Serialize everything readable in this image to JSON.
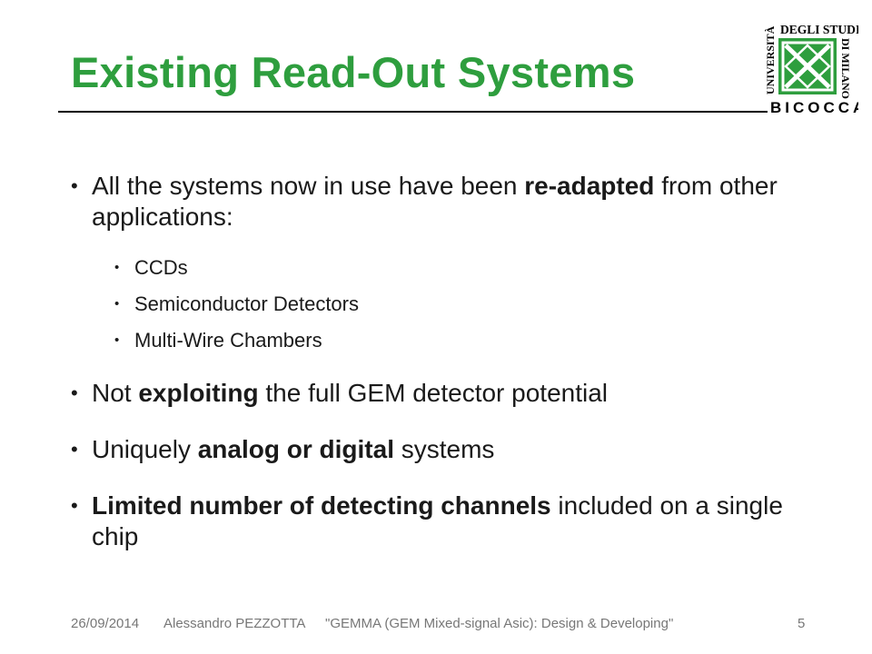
{
  "slide": {
    "title": "Existing Read-Out Systems"
  },
  "logo": {
    "name": "university-logo",
    "text_left": "UNIVERSITÀ",
    "text_top": "DEGLI STUDI",
    "text_right": "DI MILANO",
    "text_bottom": "BICOCCA",
    "color": "#2e9e3e"
  },
  "bullets": {
    "systems": {
      "pre": "All the systems now in use have been ",
      "bold": "re-adapted",
      "post": " from other applications:",
      "sub": [
        "CCDs",
        "Semiconductor Detectors",
        "Multi-Wire Chambers"
      ]
    },
    "exploiting": {
      "pre": "Not ",
      "bold": "exploiting",
      "post": " the full GEM detector potential"
    },
    "uniquely": {
      "pre": "Uniquely ",
      "bold": "analog or digital",
      "post": " systems"
    },
    "limited": {
      "bold": "Limited number of detecting channels",
      "post": " included on a single chip"
    }
  },
  "footer": {
    "date": "26/09/2014",
    "author": "Alessandro PEZZOTTA",
    "talk": "\"GEMMA (GEM Mixed-signal Asic): Design & Developing\"",
    "page": "5"
  },
  "colors": {
    "title": "#2e9e3e",
    "footer": "#777777"
  }
}
